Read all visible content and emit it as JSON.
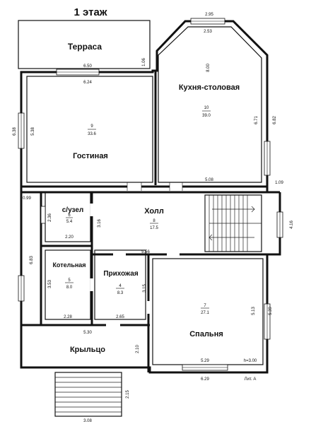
{
  "title": "1 этаж",
  "footer_label": "Лит. А",
  "rooms": {
    "terrace": {
      "name": "Терраса"
    },
    "kitchen": {
      "name": "Кухня-столовая",
      "number": "10",
      "area": "39.0"
    },
    "living": {
      "name": "Гостиная",
      "number": "9",
      "area": "33.6"
    },
    "wc": {
      "name": "с/узел",
      "number": "6",
      "area": "5.4"
    },
    "hall": {
      "name": "Холл",
      "number": "8",
      "area": "17.5"
    },
    "boiler": {
      "name": "Котельная",
      "number": "5",
      "area": "8.0"
    },
    "entry": {
      "name": "Прихожая",
      "number": "4",
      "area": "8.3"
    },
    "bedroom": {
      "name": "Спальня",
      "number": "7",
      "area": "27.1"
    },
    "porch": {
      "name": "Крыльцо"
    }
  },
  "dimensions": {
    "kitchen_top_outer": "2.95",
    "kitchen_top_inner": "2.53",
    "terrace_width": "6.50",
    "terrace_depth": "1.06",
    "living_width": "6.24",
    "kitchen_depth": "8.00",
    "kitchen_side": "6.71",
    "kitchen_outer_side": "6.82",
    "living_left_outer": "6.38",
    "living_left_inner": "5.38",
    "kitchen_bottom": "5.08",
    "right_jog": "1.09",
    "left_jog": "0.99",
    "wc_height": "2.36",
    "wc_width": "2.20",
    "hall_wall": "3.16",
    "right_side": "4.16",
    "hall_bottom": "5.56",
    "left_side": "6.83",
    "boiler_height": "3.53",
    "entry_height": "3.15",
    "boiler_width": "2.28",
    "entry_width": "2.65",
    "bedroom_side": "5.13",
    "bedroom_outer_side": "5.39",
    "porch_width": "5.30",
    "porch_depth": "2.10",
    "bedroom_width": "5.29",
    "bedroom_height_label": "h=3.00",
    "bedroom_outer_width": "6.29",
    "stairs_depth": "2.15",
    "stairs_width": "3.08"
  }
}
